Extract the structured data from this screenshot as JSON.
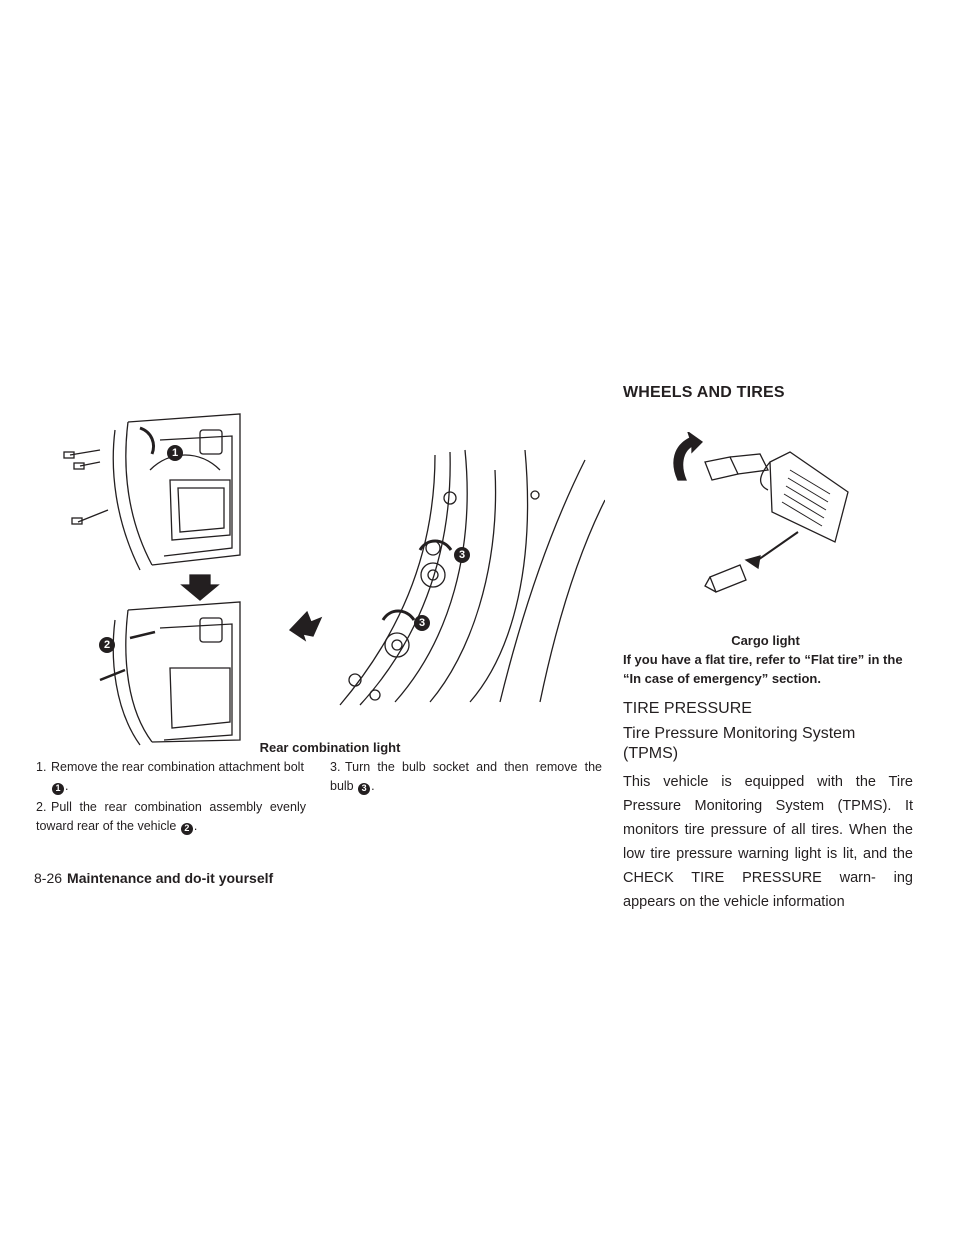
{
  "figure_left": {
    "callouts": [
      "1",
      "2"
    ],
    "caption": "Rear combination light"
  },
  "figure_middle": {
    "callouts": [
      "3",
      "3"
    ]
  },
  "figure_right": {
    "caption": "Cargo light"
  },
  "steps": [
    {
      "num": "1.",
      "text_before": "Remove the rear combination attachment bolt",
      "callout": "1",
      "text_after": "."
    },
    {
      "num": "2.",
      "text_before": "Pull the rear combination assembly evenly toward rear of the vehicle",
      "callout": "2",
      "text_after": "."
    },
    {
      "num": "3.",
      "text_before": "Turn the bulb socket and then remove the bulb",
      "callout": "3",
      "text_after": "."
    }
  ],
  "section": {
    "heading": "WHEELS AND TIRES",
    "flat_tire_note": "If you have a flat tire, refer to “Flat tire” in the “In case of emergency” section.",
    "h2": "TIRE PRESSURE",
    "h3": "Tire Pressure Monitoring System (TPMS)",
    "body": "This vehicle is equipped with the Tire Pressure Monitoring System (TPMS). It monitors tire pressure of all tires. When the low tire pressure warning light is lit, and the CHECK TIRE PRESSURE warn- ing appears on the vehicle information"
  },
  "footer": {
    "page_number": "8-26",
    "chapter": "Maintenance and do-it yourself"
  }
}
